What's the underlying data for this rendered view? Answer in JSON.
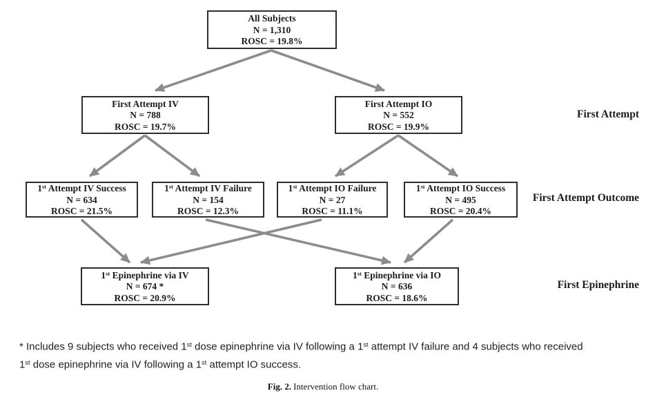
{
  "flowchart": {
    "arrow_color": "#8c8c8c",
    "box_border_color": "#2d2d2d",
    "row_labels": [
      "First Attempt",
      "First Attempt Outcome",
      "First Epinephrine"
    ],
    "nodes": {
      "all_subjects": {
        "t1": "All Subjects",
        "sup": "",
        "t2": "",
        "n": "N = 1,310",
        "rosc": "ROSC = 19.8%"
      },
      "first_attempt_iv": {
        "t1": "First Attempt IV",
        "sup": "",
        "t2": "",
        "n": "N = 788",
        "rosc": "ROSC = 19.7%"
      },
      "first_attempt_io": {
        "t1": "First Attempt IO",
        "sup": "",
        "t2": "",
        "n": "N = 552",
        "rosc": "ROSC = 19.9%"
      },
      "iv_success": {
        "t1": "1",
        "sup": "st",
        "t2": " Attempt IV Success",
        "n": "N = 634",
        "rosc": "ROSC = 21.5%"
      },
      "iv_failure": {
        "t1": "1",
        "sup": "st",
        "t2": " Attempt IV Failure",
        "n": "N = 154",
        "rosc": "ROSC = 12.3%"
      },
      "io_failure": {
        "t1": "1",
        "sup": "st",
        "t2": " Attempt IO Failure",
        "n": "N = 27",
        "rosc": "ROSC = 11.1%"
      },
      "io_success": {
        "t1": "1",
        "sup": "st",
        "t2": " Attempt IO Success",
        "n": "N = 495",
        "rosc": "ROSC = 20.4%"
      },
      "epi_iv": {
        "t1": "1",
        "sup": "st",
        "t2": " Epinephrine via IV",
        "n": "N = 674 *",
        "rosc": "ROSC = 20.9%"
      },
      "epi_io": {
        "t1": "1",
        "sup": "st",
        "t2": " Epinephrine via IO",
        "n": "N = 636",
        "rosc": "ROSC = 18.6%"
      }
    }
  },
  "figure": {
    "footnote_line1": [
      "* Includes 9 subjects who received 1",
      "st",
      " dose epinephrine via IV following a 1",
      "st",
      " attempt IV failure and 4 subjects who received"
    ],
    "footnote_line2": [
      "1",
      "st",
      " dose epinephrine via IV following a 1",
      "st",
      " attempt IO success."
    ],
    "caption_label": "Fig. 2.",
    "caption_text": "Intervention flow chart."
  }
}
